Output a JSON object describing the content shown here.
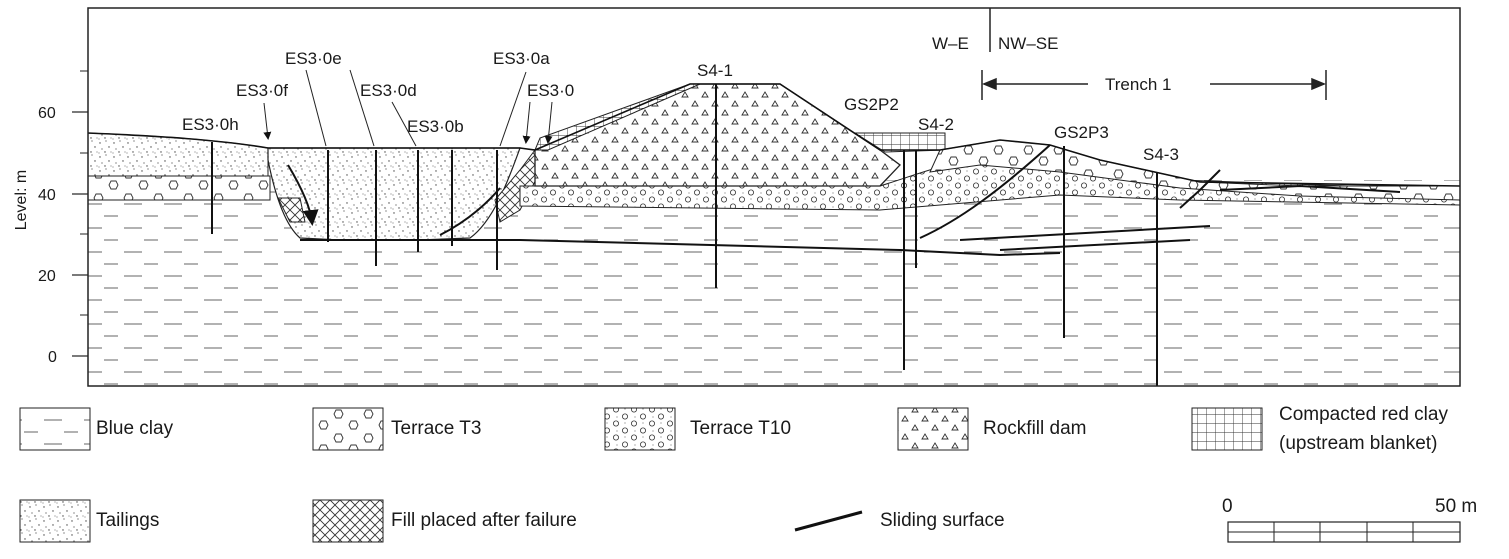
{
  "axis": {
    "ylabel": "Level: m",
    "ticks": [
      "60",
      "40",
      "20",
      "0"
    ]
  },
  "orientation": {
    "left": "W–E",
    "right": "NW–SE"
  },
  "trench_label": "Trench 1",
  "boreholes": [
    "ES3·0h",
    "ES3·0f",
    "ES3·0e",
    "ES3·0d",
    "ES3·0b",
    "ES3·0a",
    "ES3·0",
    "S4-1",
    "GS2P2",
    "S4-2",
    "GS2P3",
    "S4-3"
  ],
  "legend": {
    "blue_clay": "Blue clay",
    "terrace_t3": "Terrace T3",
    "terrace_t10": "Terrace T10",
    "rockfill_dam": "Rockfill dam",
    "compacted_red_clay_line1": "Compacted red clay",
    "compacted_red_clay_line2": "(upstream blanket)",
    "tailings": "Tailings",
    "fill_after_failure": "Fill placed after failure",
    "sliding_surface": "Sliding surface"
  },
  "scale_bar": {
    "start": "0",
    "end": "50 m"
  }
}
